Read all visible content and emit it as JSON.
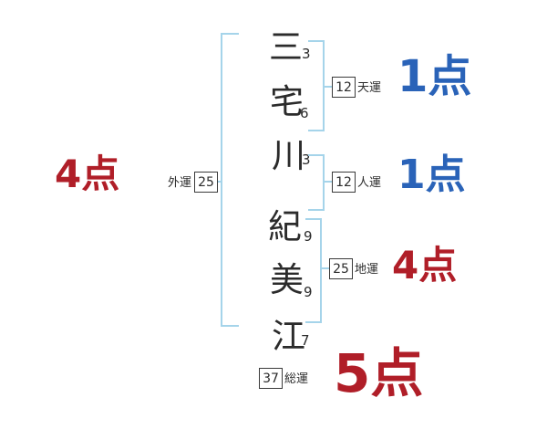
{
  "colors": {
    "ink": "#2b2b2b",
    "bracket_blue": "#a5d4ea",
    "score_blue": "#2a63b8",
    "score_red": "#b01e28"
  },
  "name": {
    "chars": [
      {
        "char": "三",
        "strokes": "3"
      },
      {
        "char": "宅",
        "strokes": "6"
      },
      {
        "char": "川",
        "strokes": "3"
      },
      {
        "char": "紀",
        "strokes": "9"
      },
      {
        "char": "美",
        "strokes": "9"
      },
      {
        "char": "江",
        "strokes": "7"
      }
    ]
  },
  "fortunes": {
    "gaiun": {
      "value": "25",
      "label": "外運",
      "score": "4点"
    },
    "tenun": {
      "value": "12",
      "label": "天運",
      "score": "1点"
    },
    "jinun": {
      "value": "12",
      "label": "人運",
      "score": "1点"
    },
    "chiun": {
      "value": "25",
      "label": "地運",
      "score": "4点"
    },
    "souun": {
      "value": "37",
      "label": "総運",
      "score": "5点"
    }
  }
}
